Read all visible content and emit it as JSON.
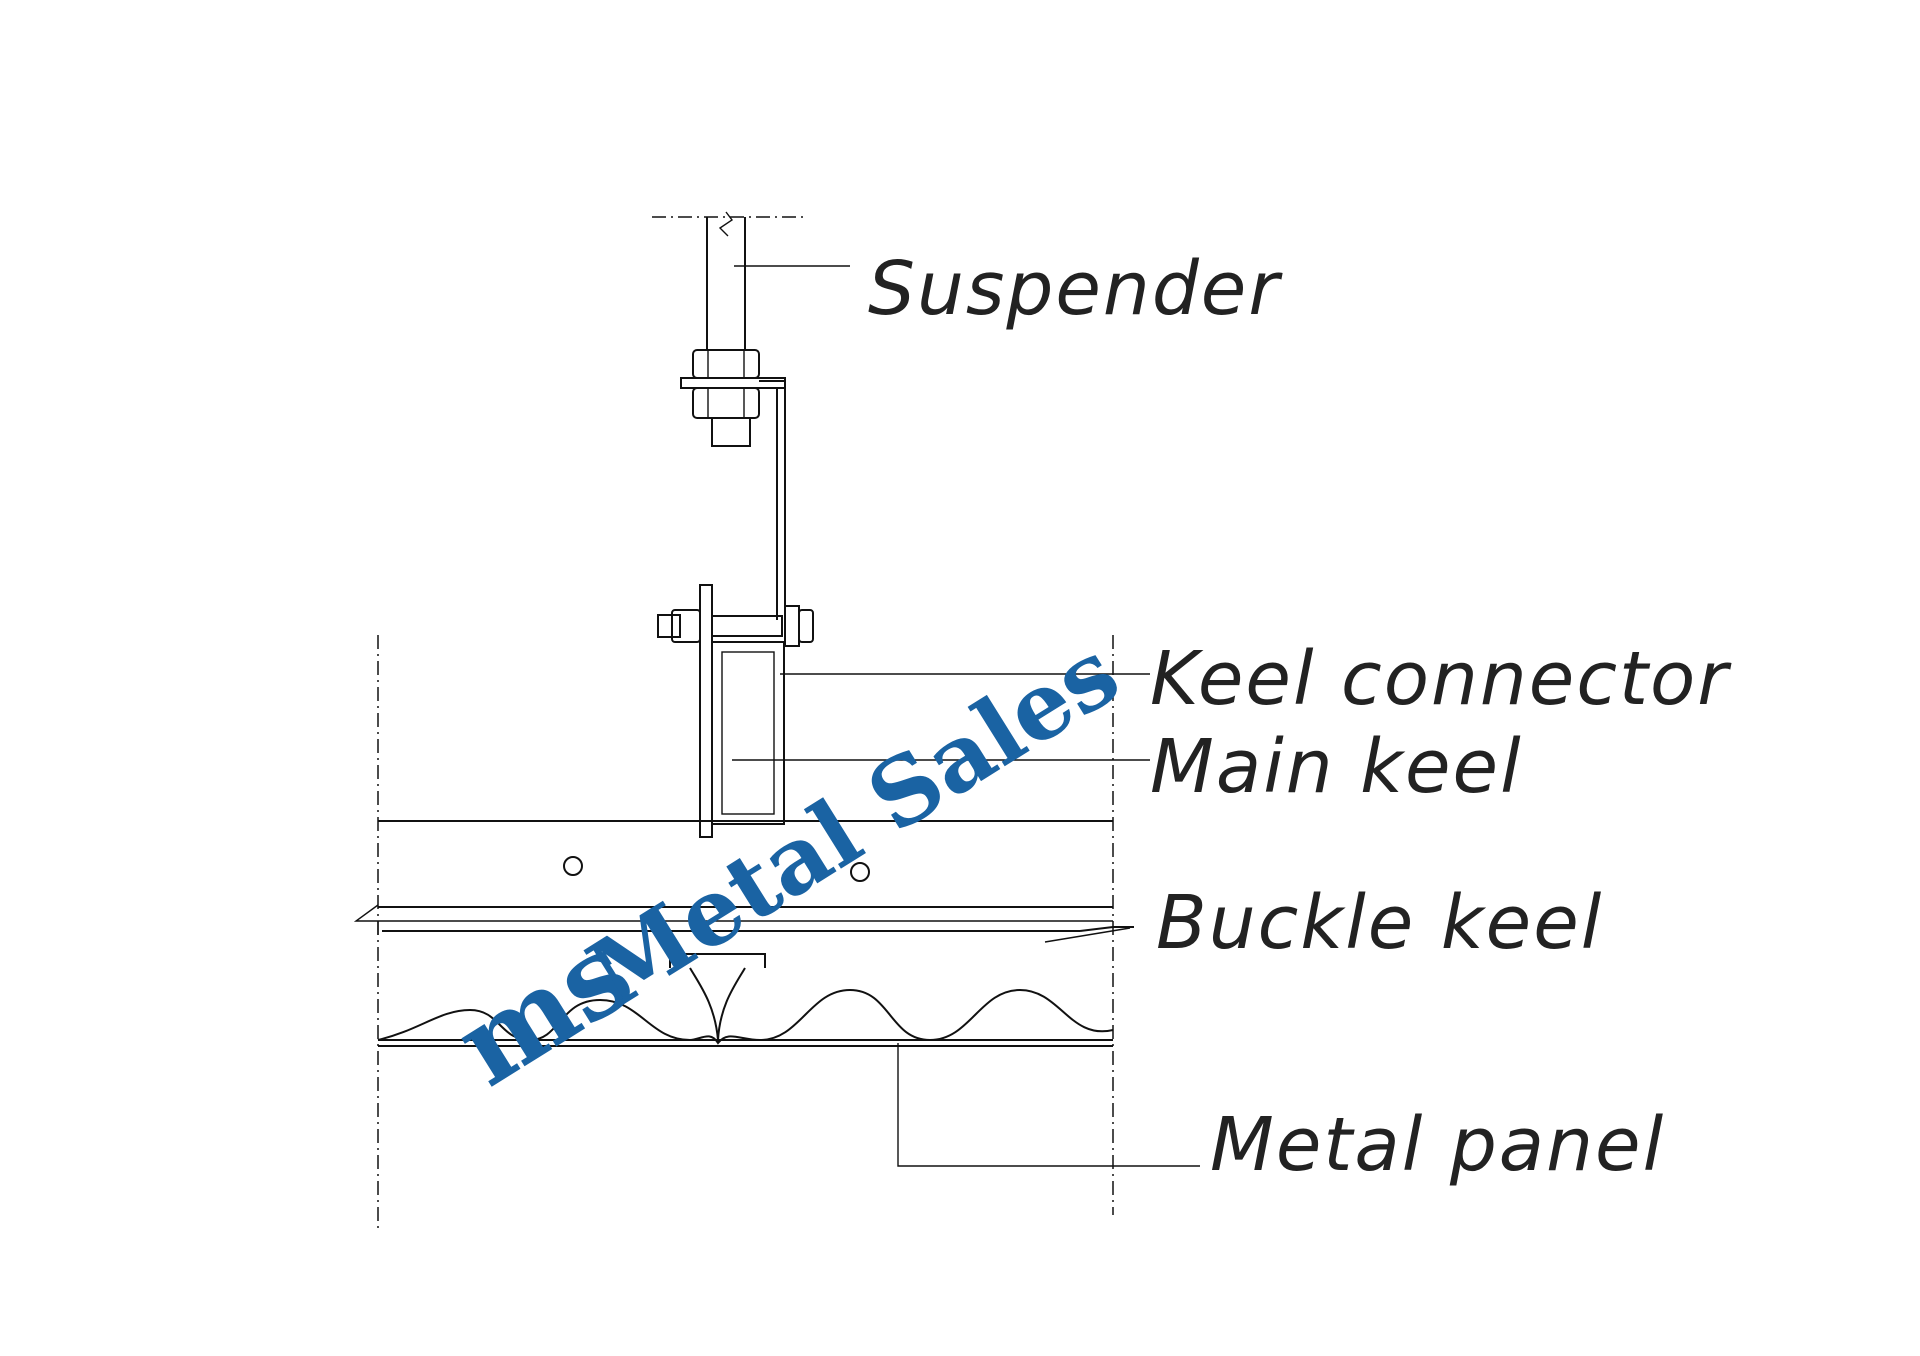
{
  "labels": {
    "suspender": "Suspender",
    "keel_connector": "Keel connector",
    "main_keel": "Main keel",
    "buckle_keel": "Buckle keel",
    "metal_panel": "Metal panel"
  },
  "watermark": {
    "logo_text": "ms",
    "brand": "Metal Sales",
    "color": "#1a63a3"
  }
}
